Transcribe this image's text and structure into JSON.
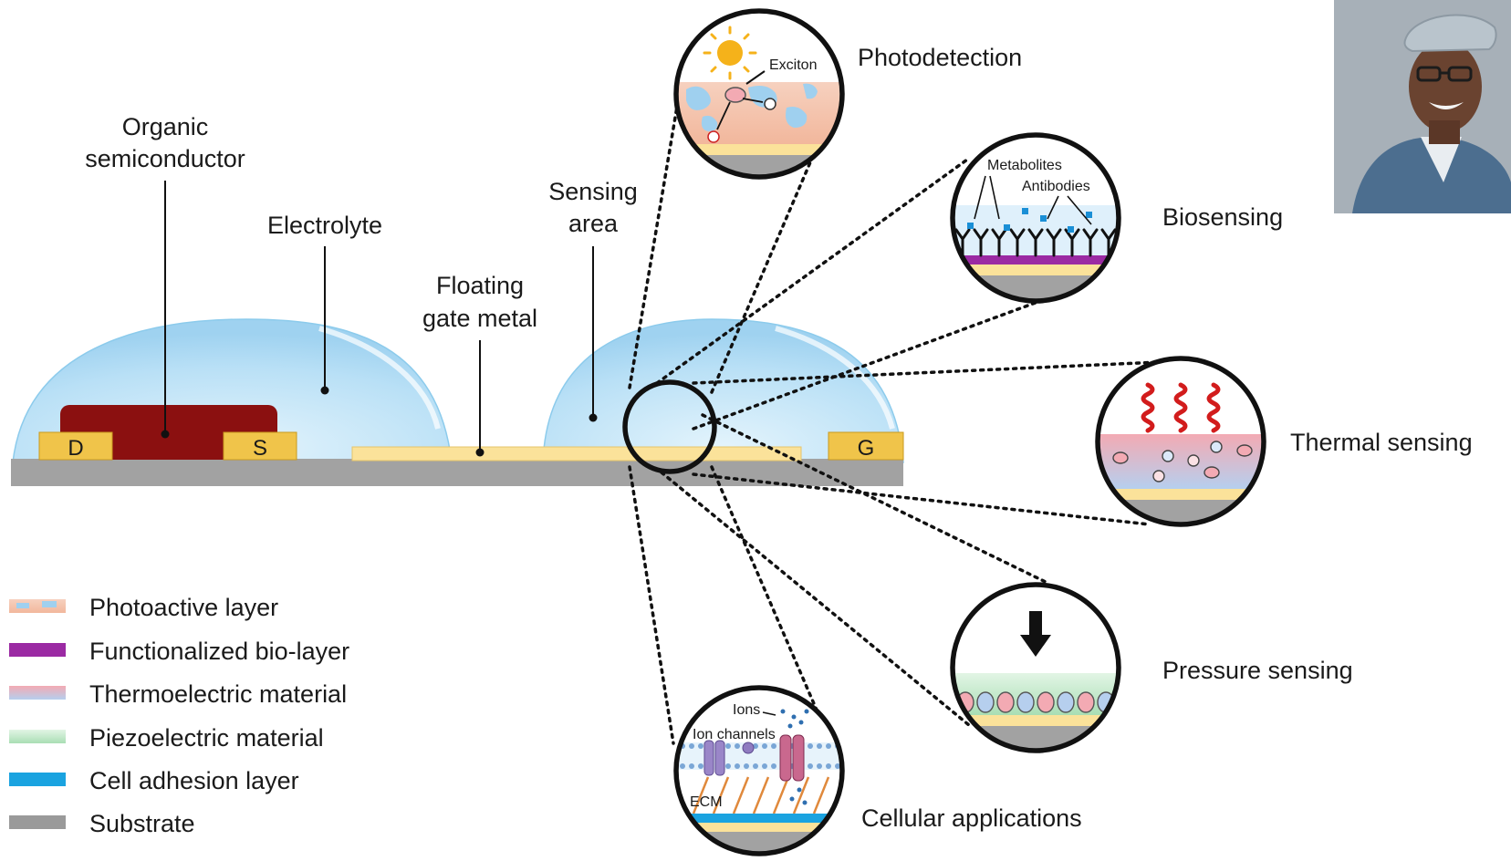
{
  "device": {
    "labels": {
      "organic_semiconductor_line1": "Organic",
      "organic_semiconductor_line2": "semiconductor",
      "electrolyte": "Electrolyte",
      "floating_gate_line1": "Floating",
      "floating_gate_line2": "gate metal",
      "sensing_area_line1": "Sensing",
      "sensing_area_line2": "area"
    },
    "electrodes": {
      "drain": "D",
      "source": "S",
      "gate": "G"
    }
  },
  "applications": {
    "photodetection": {
      "title": "Photodetection",
      "annotation": "Exciton"
    },
    "biosensing": {
      "title": "Biosensing",
      "annotation_1": "Metabolites",
      "annotation_2": "Antibodies"
    },
    "thermal": {
      "title": "Thermal sensing"
    },
    "pressure": {
      "title": "Pressure sensing"
    },
    "cellular": {
      "title": "Cellular applications",
      "annotation_1": "Ions",
      "annotation_2": "Ion channels",
      "annotation_3": "ECM"
    }
  },
  "legend": [
    {
      "label": "Photoactive layer",
      "color": "#f4c3aa"
    },
    {
      "label": "Functionalized bio-layer",
      "color": "#9b2aa3"
    },
    {
      "label": "Thermoelectric material",
      "color": "#f2b0b8"
    },
    {
      "label": "Piezoelectric material",
      "color": "#bfe8c6"
    },
    {
      "label": "Cell adhesion layer",
      "color": "#1aa3e0"
    },
    {
      "label": "Substrate",
      "color": "#9a9a9a"
    }
  ],
  "colors": {
    "substrate": "#a2a2a2",
    "electrolyte": "#bfe4f7",
    "semiconductor": "#8b1010",
    "gold": "#f0c44a",
    "gate_metal": "#fbe29a"
  }
}
